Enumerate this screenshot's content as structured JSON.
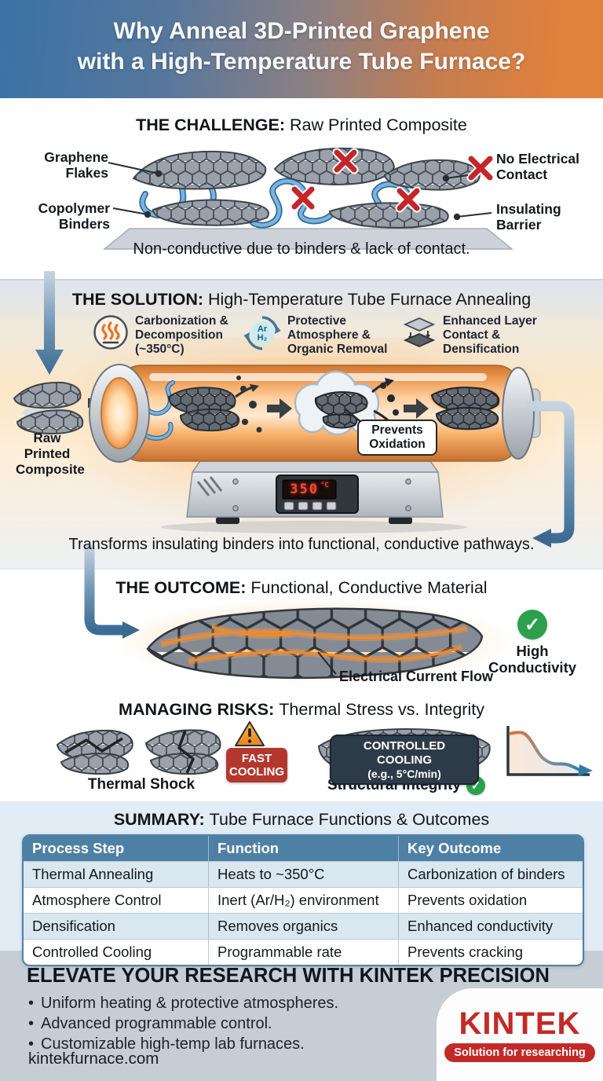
{
  "header": {
    "title_line1": "Why Anneal 3D-Printed Graphene",
    "title_line2": "with a High-Temperature Tube Furnace?"
  },
  "challenge": {
    "heading_bold": "THE CHALLENGE:",
    "heading_rest": "Raw Printed Composite",
    "labels": {
      "graphene_flakes": "Graphene Flakes",
      "copolymer_binders": "Copolymer Binders",
      "no_electrical_contact": "No Electrical Contact",
      "insulating_barrier": "Insulating Barrier"
    },
    "caption": "Non-conductive due to binders & lack of contact."
  },
  "solution": {
    "heading_bold": "THE SOLUTION:",
    "heading_rest": "High-Temperature Tube Furnace Annealing",
    "features": [
      {
        "icon": "flames-icon",
        "label": "Carbonization & Decomposition (~350°C)"
      },
      {
        "icon": "gas-cycle-icon",
        "gas_top": "Ar",
        "gas_bottom": "H₂",
        "label": "Protective Atmosphere & Organic Removal"
      },
      {
        "icon": "layers-icon",
        "label": "Enhanced Layer Contact & Densification"
      }
    ],
    "raw_composite_label": "Raw Printed Composite",
    "callout": "Prevents Oxidation",
    "display_value": "350",
    "display_unit": "°C",
    "caption": "Transforms insulating binders into functional, conductive pathways."
  },
  "outcome": {
    "heading_bold": "THE OUTCOME:",
    "heading_rest": "Functional, Conductive Material",
    "flow_label": "Electrical Current Flow",
    "conductivity_label": "High Conductivity"
  },
  "risks": {
    "heading_bold": "MANAGING RISKS:",
    "heading_rest": "Thermal Stress vs. Integrity",
    "fast_cooling_badge": "FAST COOLING",
    "thermal_shock_label": "Thermal Shock",
    "controlled_cooling_line1": "CONTROLLED COOLING",
    "controlled_cooling_line2": "(e.g., 5°C/min)",
    "structural_integrity_label": "Structural Integrity"
  },
  "summary": {
    "heading_bold": "SUMMARY:",
    "heading_rest": "Tube Furnace Functions & Outcomes",
    "table": {
      "headers": [
        "Process Step",
        "Function",
        "Key Outcome"
      ],
      "rows": [
        [
          "Thermal Annealing",
          "Heats to ~350°C",
          "Carbonization of binders"
        ],
        [
          "Atmosphere Control",
          "Inert (Ar/H₂) environment",
          "Prevents oxidation"
        ],
        [
          "Densification",
          "Removes organics",
          "Enhanced conductivity"
        ],
        [
          "Controlled Cooling",
          "Programmable rate",
          "Prevents cracking"
        ]
      ]
    }
  },
  "footer": {
    "heading": "ELEVATE YOUR RESEARCH WITH KINTEK PRECISION",
    "bullets": [
      "Uniform heating & protective atmospheres.",
      "Advanced programmable control.",
      "Customizable high-temp lab furnaces."
    ],
    "website": "kintekfurnace.com",
    "brand": "KINTEK",
    "tagline": "Solution for researching"
  },
  "icons": {
    "carbonization": "flames-icon",
    "atmosphere": "gas-cycle-icon",
    "densification": "layers-icon",
    "success": "check-icon",
    "warning": "warning-triangle-icon",
    "failure": "red-x-icon",
    "cooling_curve": "cooling-curve-chart"
  },
  "colors": {
    "header_gradient_left": "#3a72a6",
    "header_gradient_right": "#e0813c",
    "accent_red": "#c22a28",
    "badge_red": "#b4372e",
    "table_header_blue": "#4e80a6",
    "summary_bg": "#e2ecf4",
    "footer_bg": "#c6cdd4",
    "success_green": "#2ca04d",
    "warning_orange": "#f0971f",
    "arrow_blue": "#3c6b96",
    "furnace_orange": "#f09a50"
  }
}
